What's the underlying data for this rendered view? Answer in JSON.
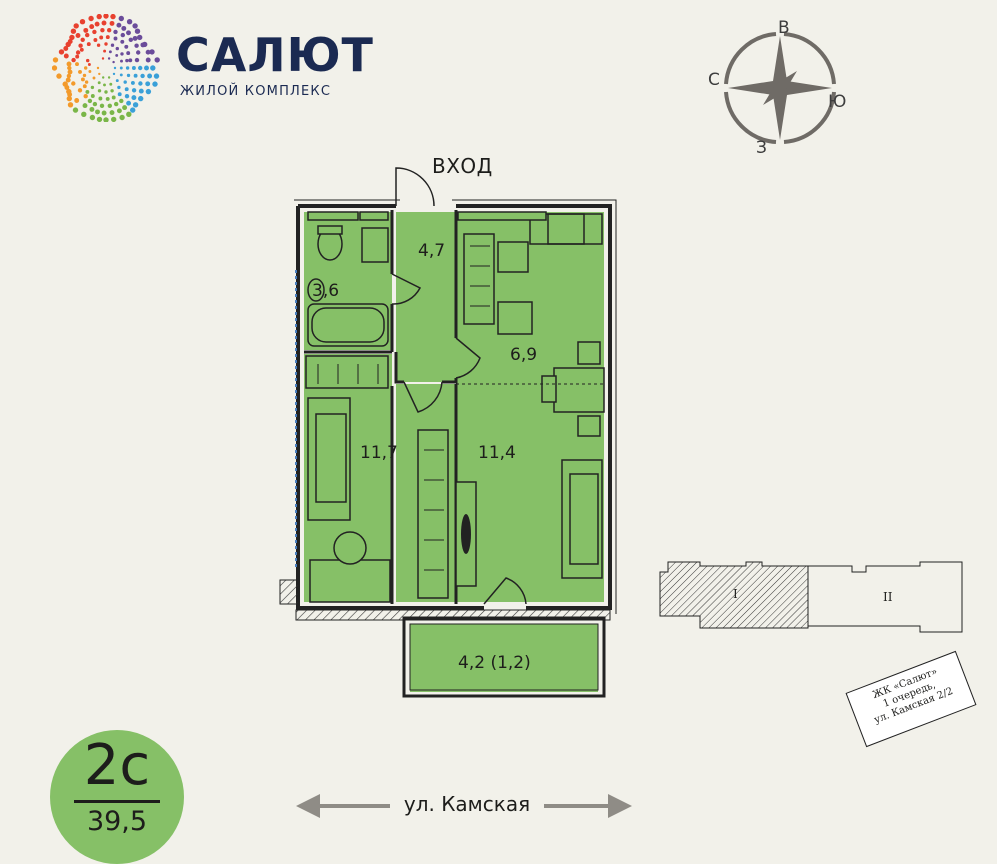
{
  "brand": {
    "name": "САЛЮТ",
    "subtitle": "ЖИЛОЙ КОМПЛЕКС",
    "logo_icon": "dotted-sphere-logo",
    "colors": {
      "navy": "#1b2a52",
      "red": "#e8412f",
      "orange": "#f39a2b",
      "green": "#7ab648",
      "blue": "#3aa0d8",
      "purple": "#6b4c9a"
    }
  },
  "compass": {
    "icon": "compass-rose-icon",
    "north": "В",
    "west": "С",
    "east": "Ю",
    "south": "З"
  },
  "plan": {
    "entrance_label": "ВХОД",
    "room_fill": "#86c067",
    "rooms": [
      {
        "id": "bathroom",
        "area": "3,6"
      },
      {
        "id": "hallway",
        "area": "4,7"
      },
      {
        "id": "kitchen",
        "area": "6,9"
      },
      {
        "id": "bedroom",
        "area": "11,7"
      },
      {
        "id": "living",
        "area": "11,4"
      },
      {
        "id": "balcony",
        "area": "4,2 (1,2)"
      }
    ]
  },
  "key_plan": {
    "section_i": "I",
    "section_ii": "II",
    "address_lines": [
      "ЖК «Салют»",
      "1 очередь,",
      "ул. Камская 2/2"
    ]
  },
  "badge": {
    "type": "2с",
    "area": "39,5",
    "color": "#86c067"
  },
  "street": {
    "name": "ул. Камская",
    "arrow_icon": "double-arrow-icon"
  }
}
